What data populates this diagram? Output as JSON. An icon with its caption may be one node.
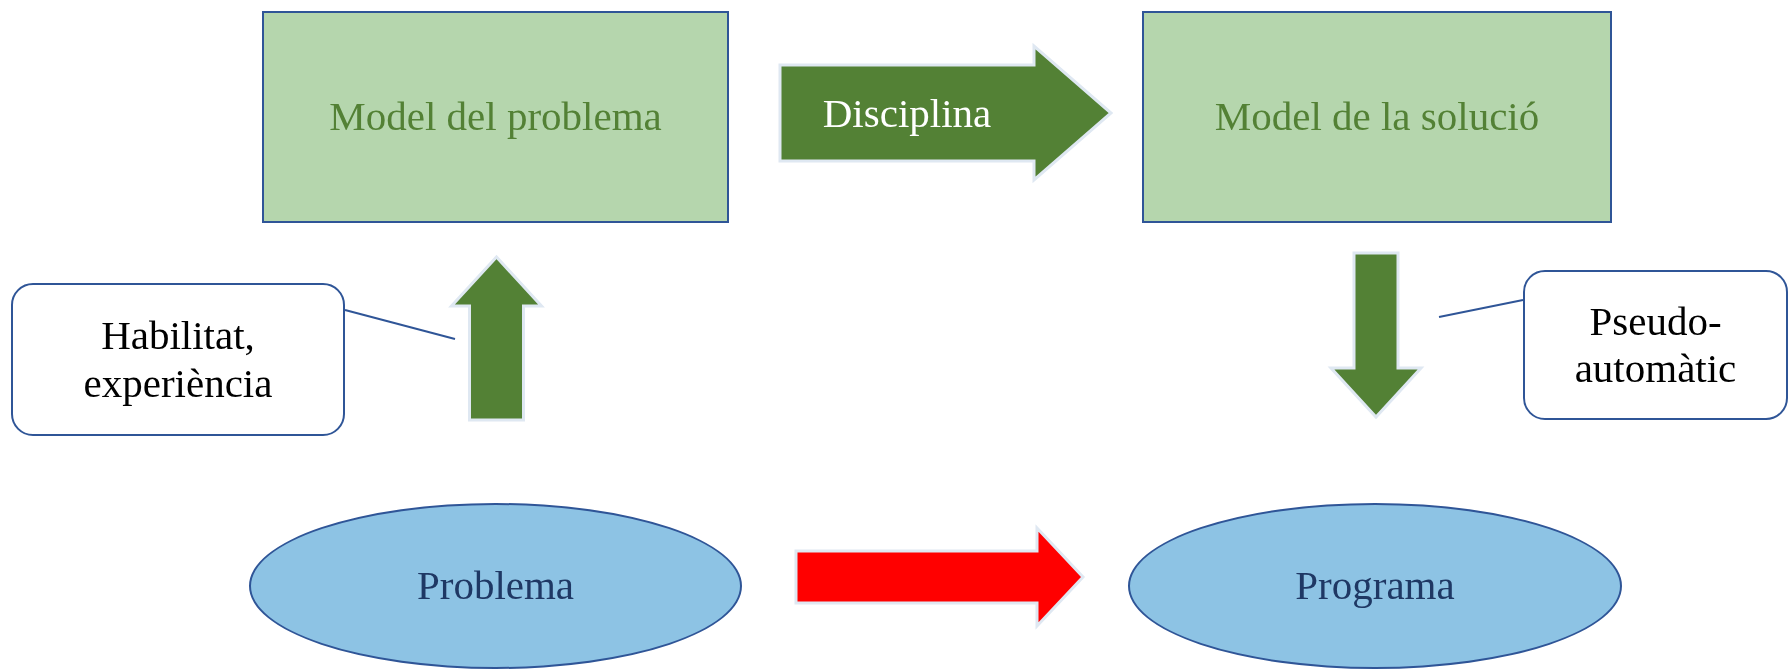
{
  "diagram": {
    "nodes": [
      {
        "text": [
          "Model del problema"
        ]
      },
      {
        "text": [
          "Model de la solució"
        ]
      },
      {
        "text": [
          "Problema"
        ]
      },
      {
        "text": [
          "Programa"
        ]
      },
      {
        "text": [
          "Habilitat, experiència"
        ]
      },
      {
        "text": [
          "Pseudo-automàtic"
        ]
      }
    ],
    "edges": [
      {
        "from": 2,
        "to": 0,
        "arrow": "to"
      },
      {
        "from": 0,
        "to": 1,
        "arrow": "to",
        "label": "Disciplina"
      },
      {
        "from": 1,
        "to": 3,
        "arrow": "to"
      },
      {
        "from": 2,
        "to": 3,
        "arrow": "to",
        "color": "#ff0000"
      },
      {
        "from": 4,
        "to": null,
        "arrow": "none"
      },
      {
        "from": 5,
        "to": null,
        "arrow": "none"
      }
    ]
  }
}
